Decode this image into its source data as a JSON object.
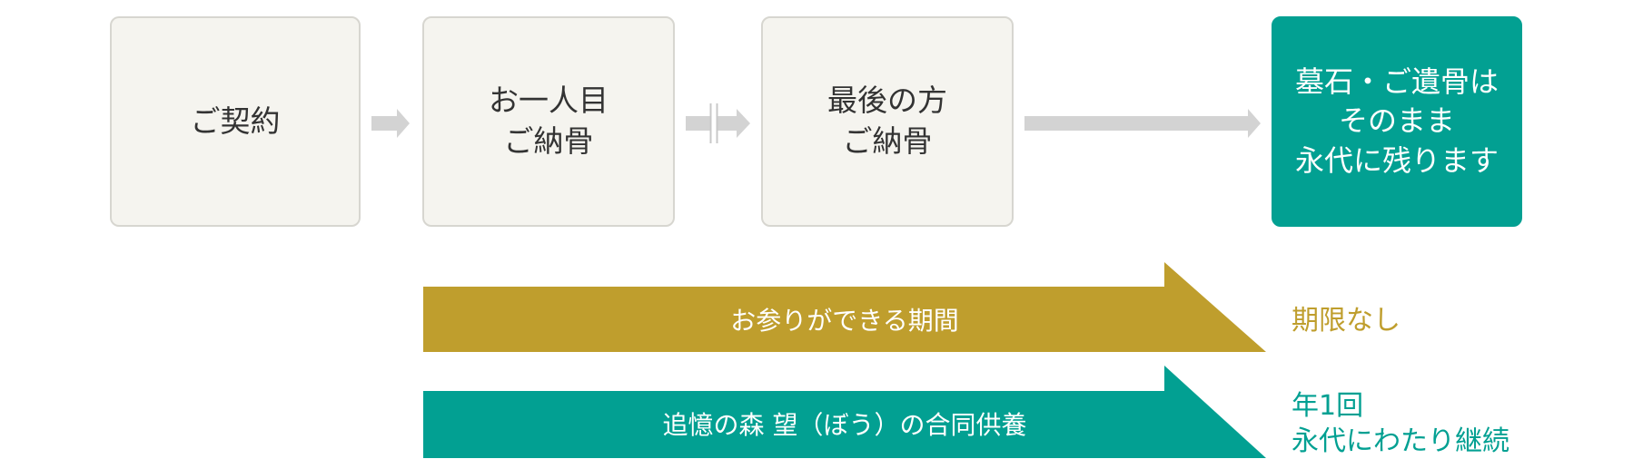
{
  "steps": {
    "contract": [
      "ご契約"
    ],
    "first_interment": [
      "お一人目",
      "ご納骨"
    ],
    "last_interment": [
      "最後の方",
      "ご納骨"
    ],
    "final_state": [
      "墓石・ご遺骨は",
      "そのまま",
      "永代に残ります"
    ]
  },
  "bands": {
    "visit_period": {
      "label": "お参りができる期間",
      "note": [
        "期限なし"
      ],
      "color": "#bf9e2d"
    },
    "memorial_service": {
      "label": "追憶の森 望（ぼう）の合同供養",
      "note": [
        "年1回",
        "永代にわたり継続"
      ],
      "color": "#02a092"
    }
  },
  "colors": {
    "box_background": "#f5f4ef",
    "box_border": "#d7d6d0",
    "arrow": "#d3d3d3",
    "accent_teal": "#02a092",
    "accent_gold": "#bf9e2d",
    "text": "#333333"
  }
}
